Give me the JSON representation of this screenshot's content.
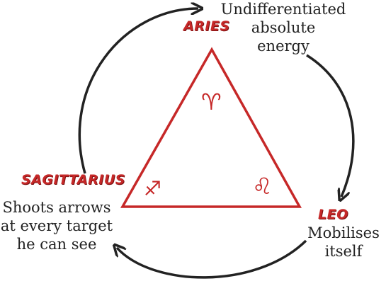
{
  "signs": {
    "aries": {
      "name": "ARIES",
      "symbol": "♈",
      "description": [
        "Undifferentiated",
        "absolute",
        "energy"
      ]
    },
    "leo": {
      "name": "LEO",
      "symbol": "♌",
      "description": [
        "Mobilises",
        "itself"
      ]
    },
    "sagittarius": {
      "name": "SAGITTARIUS",
      "symbol": "♐",
      "description": [
        "Shoots arrows",
        "at every target",
        "he can see"
      ]
    }
  },
  "colors": {
    "accent": "#c62828",
    "arrow": "#222222",
    "text": "#222222"
  },
  "icons": {
    "cycle_arrows": "curved-arrow-icon"
  }
}
